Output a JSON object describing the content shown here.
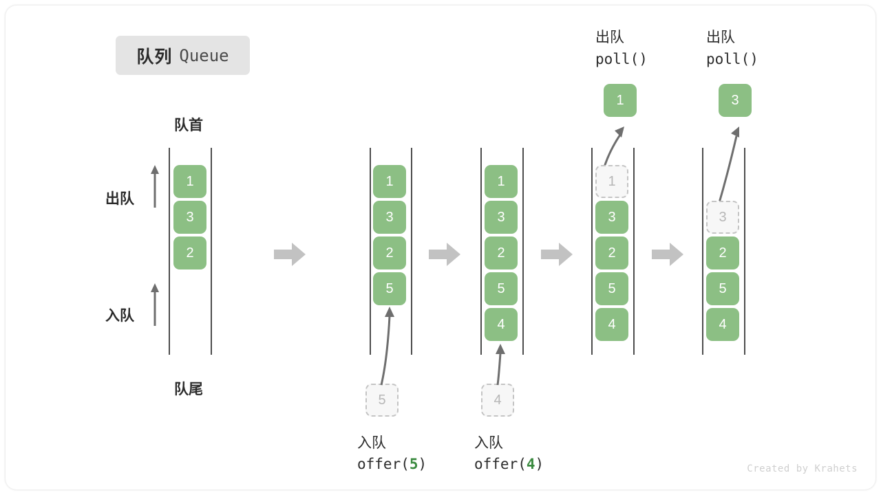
{
  "title": {
    "cn": "队列",
    "en": "Queue"
  },
  "labels": {
    "front": "队首",
    "rear": "队尾",
    "dequeue": "出队",
    "enqueue": "入队"
  },
  "colors": {
    "element_fill": "#8cbf84",
    "element_text": "#ffffff",
    "ghost_fill": "#f7f7f7",
    "ghost_border": "#c4c4c4",
    "ghost_text": "#b6b6b6",
    "rail": "#4c4c4c",
    "step_arrow": "#c2c2c2",
    "badge_bg": "#e4e4e4",
    "highlight_green": "#3a8a3f"
  },
  "watermark": "Created by Krahets",
  "steps": [
    {
      "id": "initial",
      "items": [
        "1",
        "3",
        "2"
      ],
      "ghost_index": null,
      "side_labels": [
        "出队",
        "入队"
      ],
      "top_label_cn": "",
      "top_label_code": "",
      "popped_value": "",
      "bottom_label_cn": "",
      "bottom_label_code_prefix": "",
      "bottom_label_code_value": "",
      "bottom_label_code_suffix": "",
      "incoming_value": ""
    },
    {
      "id": "offer-5",
      "items": [
        "1",
        "3",
        "2",
        "5"
      ],
      "ghost_index": null,
      "top_label_cn": "",
      "top_label_code": "",
      "popped_value": "",
      "bottom_label_cn": "入队",
      "bottom_label_code_prefix": "offer(",
      "bottom_label_code_value": "5",
      "bottom_label_code_suffix": ")",
      "incoming_value": "5"
    },
    {
      "id": "offer-4",
      "items": [
        "1",
        "3",
        "2",
        "5",
        "4"
      ],
      "ghost_index": null,
      "top_label_cn": "",
      "top_label_code": "",
      "popped_value": "",
      "bottom_label_cn": "入队",
      "bottom_label_code_prefix": "offer(",
      "bottom_label_code_value": "4",
      "bottom_label_code_suffix": ")",
      "incoming_value": "4"
    },
    {
      "id": "poll-1",
      "items": [
        "1",
        "3",
        "2",
        "5",
        "4"
      ],
      "ghost_index": 0,
      "top_label_cn": "出队",
      "top_label_code": "poll()",
      "popped_value": "1",
      "bottom_label_cn": "",
      "bottom_label_code_prefix": "",
      "bottom_label_code_value": "",
      "bottom_label_code_suffix": "",
      "incoming_value": ""
    },
    {
      "id": "poll-3",
      "items": [
        "3",
        "2",
        "5",
        "4"
      ],
      "ghost_index": 0,
      "ghost_row_offset": 1,
      "top_label_cn": "出队",
      "top_label_code": "poll()",
      "popped_value": "3",
      "bottom_label_cn": "",
      "bottom_label_code_prefix": "",
      "bottom_label_code_value": "",
      "bottom_label_code_suffix": "",
      "incoming_value": ""
    }
  ]
}
